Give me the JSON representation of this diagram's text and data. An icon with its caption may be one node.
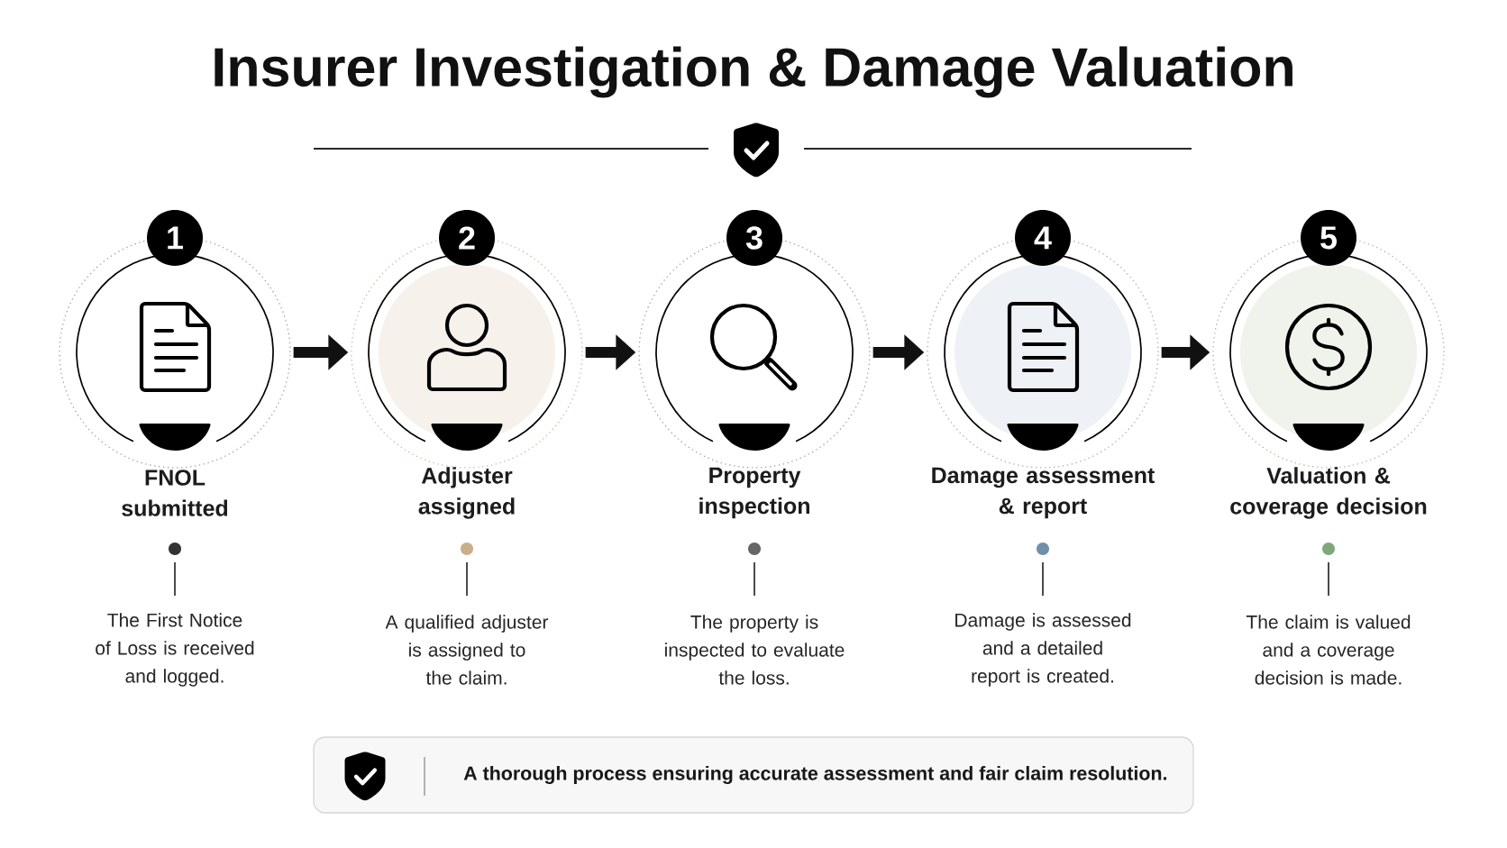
{
  "diagram": {
    "title": "Insurer Investigation & Damage Valuation",
    "nodes": [
      {
        "text": [
          "1"
        ]
      },
      {
        "text": [
          "FNOL submitted",
          "The First Notice of Loss is received and logged."
        ]
      },
      {
        "text": [
          "2"
        ]
      },
      {
        "text": [
          "Adjuster assigned",
          "A qualified adjuster is assigned to the claim."
        ]
      },
      {
        "text": [
          "3"
        ]
      },
      {
        "text": [
          "Property inspection",
          "The property is inspected to evaluate the loss."
        ]
      },
      {
        "text": [
          "4"
        ]
      },
      {
        "text": [
          "Damage assessment & report",
          "Damage is assessed and a detailed report is created."
        ]
      },
      {
        "text": [
          "5"
        ]
      },
      {
        "text": [
          "Valuation & coverage decision",
          "The claim is valued and a coverage decision is made."
        ]
      },
      {
        "text": [
          "A thorough process ensuring accurate assessment and fair claim resolution."
        ]
      }
    ],
    "edges": [
      {
        "from": 1,
        "to": 3,
        "arrow": "to"
      },
      {
        "from": 3,
        "to": 5,
        "arrow": "to"
      },
      {
        "from": 5,
        "to": 7,
        "arrow": "to"
      },
      {
        "from": 7,
        "to": 9,
        "arrow": "to"
      }
    ]
  }
}
